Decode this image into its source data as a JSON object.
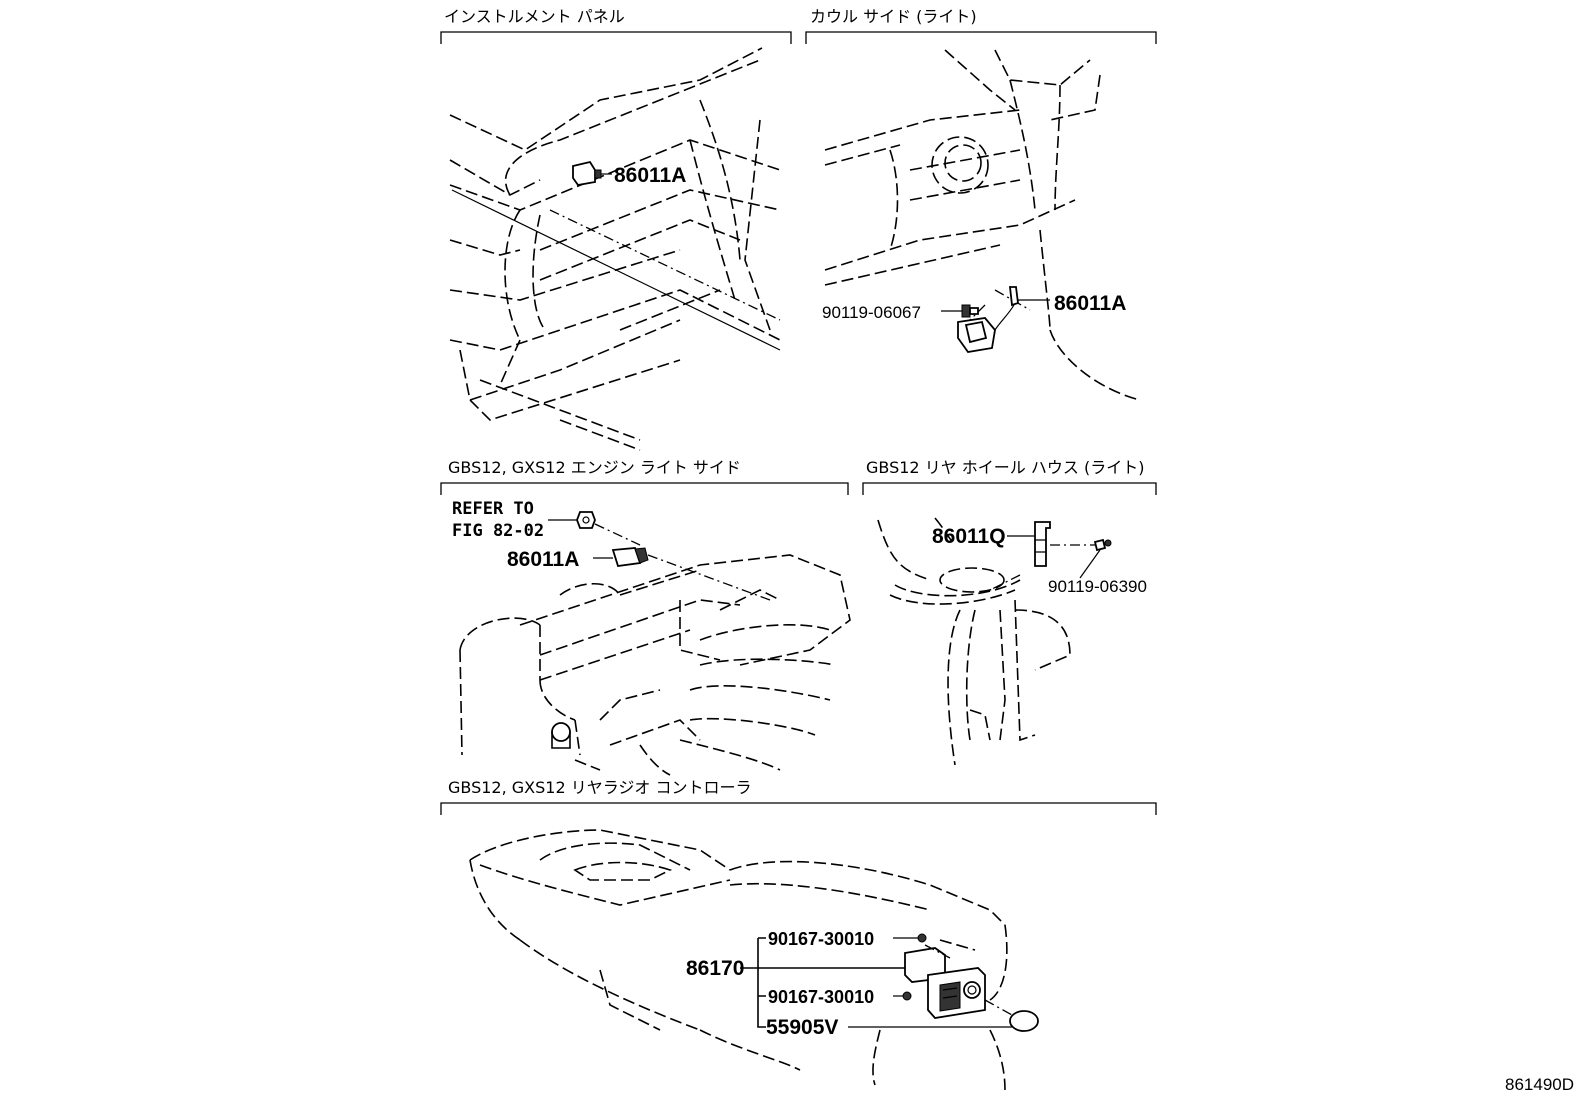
{
  "sections": {
    "instrument_panel": {
      "title": "インストルメント パネル",
      "part": "86011A"
    },
    "cowl_side": {
      "title": "カウル サイド (ライト)",
      "bolt": "90119-06067",
      "part": "86011A"
    },
    "engine_light_side": {
      "title": "GBS12, GXS12 エンジン ライト サイド",
      "refer_line1": "REFER TO",
      "refer_line2": "FIG 82-02",
      "part": "86011A"
    },
    "rear_wheel_house": {
      "title": "GBS12 リヤ ホイール ハウス (ライト)",
      "part": "86011Q",
      "bolt": "90119-06390"
    },
    "rear_radio_controller": {
      "title": "GBS12, GXS12 リヤラジオ コントローラ",
      "assembly": "86170",
      "screw_upper": "90167-30010",
      "screw_lower": "90167-30010",
      "knob": "55905V"
    }
  },
  "figure_code": "861490D"
}
